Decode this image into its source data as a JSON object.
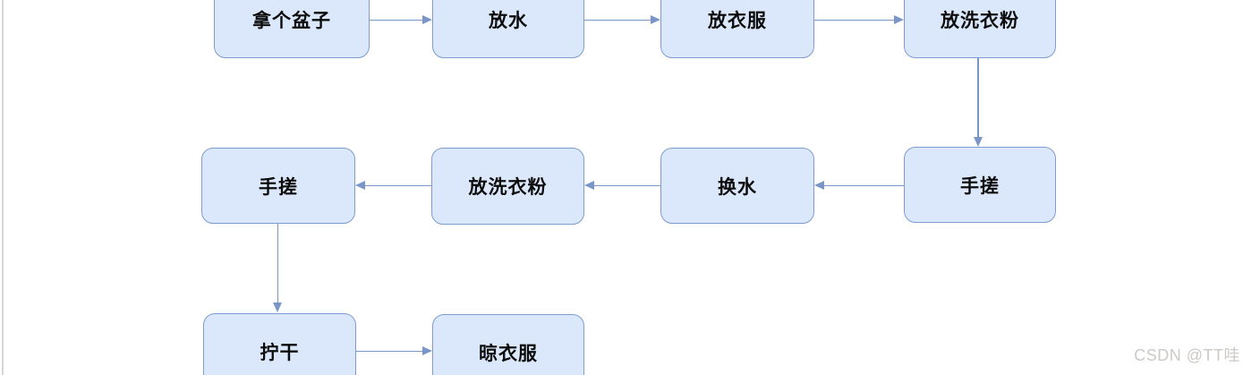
{
  "diagram": {
    "type": "flowchart",
    "topic": "洗衣服流程",
    "nodes": [
      {
        "id": "n1",
        "label": "拿个盆子"
      },
      {
        "id": "n2",
        "label": "放水"
      },
      {
        "id": "n3",
        "label": "放衣服"
      },
      {
        "id": "n4",
        "label": "放洗衣粉"
      },
      {
        "id": "n5",
        "label": "手搓"
      },
      {
        "id": "n6",
        "label": "换水"
      },
      {
        "id": "n7",
        "label": "放洗衣粉"
      },
      {
        "id": "n8",
        "label": "手搓"
      },
      {
        "id": "n9",
        "label": "拧干"
      },
      {
        "id": "n10",
        "label": "晾衣服"
      }
    ],
    "edges": [
      {
        "from": "n1",
        "to": "n2",
        "direction": "right"
      },
      {
        "from": "n2",
        "to": "n3",
        "direction": "right"
      },
      {
        "from": "n3",
        "to": "n4",
        "direction": "right"
      },
      {
        "from": "n4",
        "to": "n5",
        "direction": "down"
      },
      {
        "from": "n5",
        "to": "n6",
        "direction": "left"
      },
      {
        "from": "n6",
        "to": "n7",
        "direction": "left"
      },
      {
        "from": "n7",
        "to": "n8",
        "direction": "left"
      },
      {
        "from": "n8",
        "to": "n9",
        "direction": "down"
      },
      {
        "from": "n9",
        "to": "n10",
        "direction": "right"
      }
    ],
    "colors": {
      "node_fill": "#dbe8fb",
      "node_border": "#7e9cd0",
      "edge": "#7a96c8"
    }
  },
  "watermark": {
    "text": "CSDN @TT哇",
    "color": "#ccc9c6"
  }
}
